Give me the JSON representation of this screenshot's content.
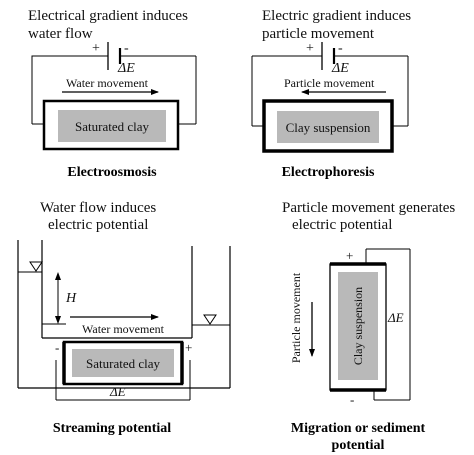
{
  "electroosmosis": {
    "desc_line1": "Electrical gradient induces",
    "desc_line2": "water flow",
    "plus": "+",
    "minus": "-",
    "delta_e": "ΔE",
    "flow_label": "Water movement",
    "sample_label": "Saturated clay",
    "caption": "Electroosmosis"
  },
  "electrophoresis": {
    "desc_line1": "Electric gradient induces",
    "desc_line2": "particle movement",
    "plus": "+",
    "minus": "-",
    "delta_e": "ΔE",
    "flow_label": "Particle movement",
    "sample_label": "Clay suspension",
    "caption": "Electrophoresis"
  },
  "streaming": {
    "desc_line1": "Water flow  induces",
    "desc_line2": "electric potential",
    "head_label": "H",
    "flow_label": "Water movement",
    "sample_label": "Saturated clay",
    "minus": "-",
    "plus": "+",
    "delta_e": "ΔE",
    "caption": "Streaming potential"
  },
  "migration": {
    "desc_line1": "Particle movement generates",
    "desc_line2": "electric potential",
    "plus": "+",
    "minus": "-",
    "delta_e": "ΔE",
    "flow_label": "Particle movement",
    "sample_label": "Clay suspension",
    "caption_line1": "Migration or sediment",
    "caption_line2": "potential"
  }
}
